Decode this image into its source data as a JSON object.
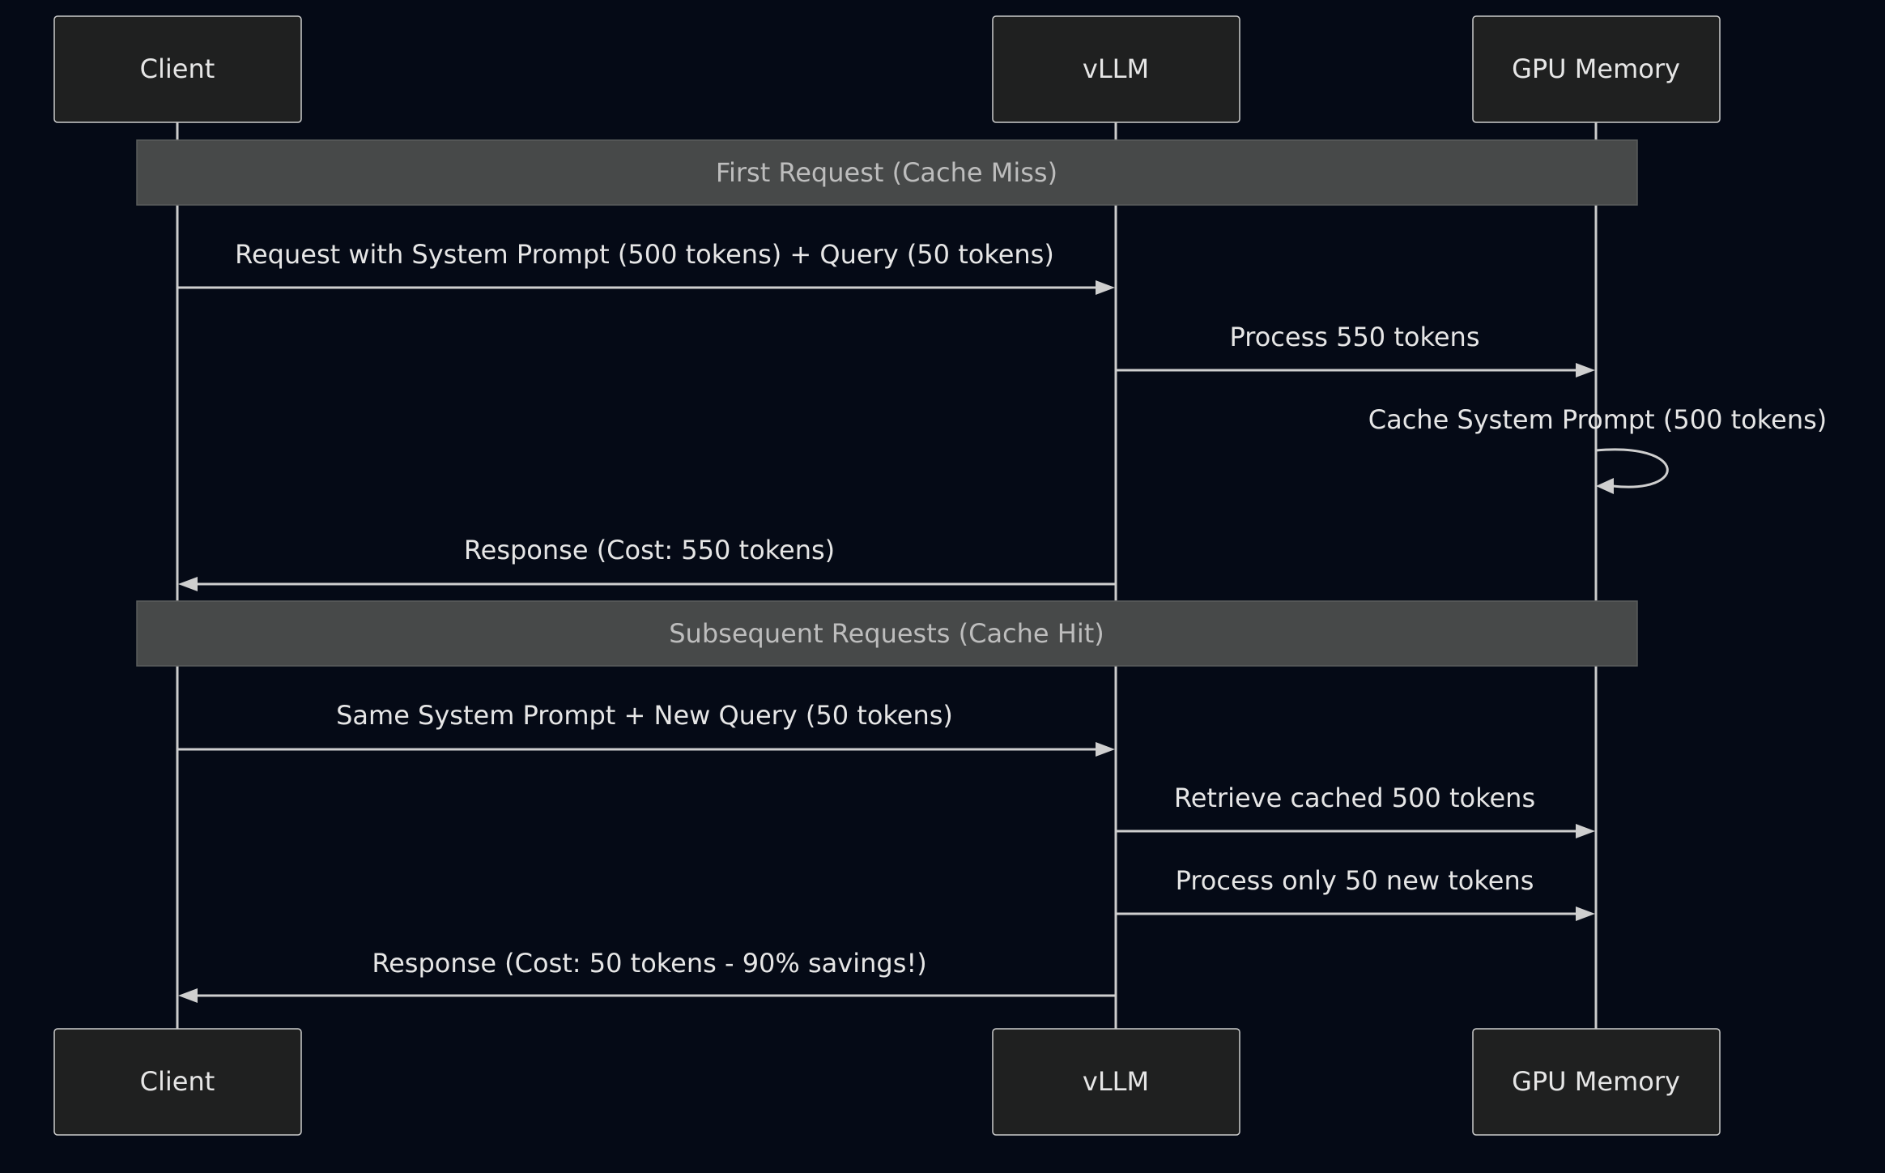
{
  "participants": [
    {
      "id": "client",
      "label": "Client"
    },
    {
      "id": "vllm",
      "label": "vLLM"
    },
    {
      "id": "gpu",
      "label": "GPU Memory"
    }
  ],
  "notes": [
    {
      "label": "First Request (Cache Miss)"
    },
    {
      "label": "Subsequent Requests (Cache Hit)"
    }
  ],
  "messages": [
    {
      "from": "client",
      "to": "vllm",
      "label": "Request with System Prompt (500 tokens) + Query (50 tokens)"
    },
    {
      "from": "vllm",
      "to": "gpu",
      "label": "Process 550 tokens"
    },
    {
      "from": "gpu",
      "to": "gpu",
      "label": "Cache System Prompt (500 tokens)"
    },
    {
      "from": "vllm",
      "to": "client",
      "label": "Response (Cost: 550 tokens)"
    },
    {
      "from": "client",
      "to": "vllm",
      "label": "Same System Prompt + New Query (50 tokens)"
    },
    {
      "from": "vllm",
      "to": "gpu",
      "label": "Retrieve cached 500 tokens"
    },
    {
      "from": "vllm",
      "to": "gpu",
      "label": "Process only 50 new tokens"
    },
    {
      "from": "vllm",
      "to": "client",
      "label": "Response (Cost: 50 tokens - 90% savings!)"
    }
  ],
  "colors": {
    "background": "#050a16",
    "actor_fill": "#1f2020",
    "actor_stroke": "#cccccc",
    "note_fill": "#474949",
    "line": "#cccccc",
    "text": "#e6e6e6"
  }
}
